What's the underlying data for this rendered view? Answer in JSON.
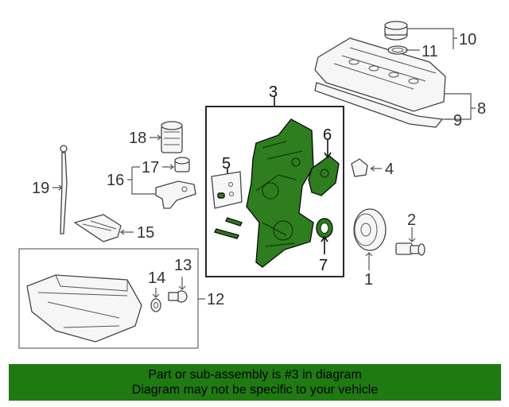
{
  "callouts": {
    "c1": "1",
    "c2": "2",
    "c3": "3",
    "c4": "4",
    "c5": "5",
    "c6": "6",
    "c7": "7",
    "c8": "8",
    "c9": "9",
    "c10": "10",
    "c11": "11",
    "c12": "12",
    "c13": "13",
    "c14": "14",
    "c15": "15",
    "c16": "16",
    "c17": "17",
    "c18": "18",
    "c19": "19"
  },
  "highlight_color": "#1f7a12",
  "banner": {
    "line1": "Part or sub-assembly is #3 in diagram",
    "line2": "Diagram may not be specific to your vehicle"
  }
}
